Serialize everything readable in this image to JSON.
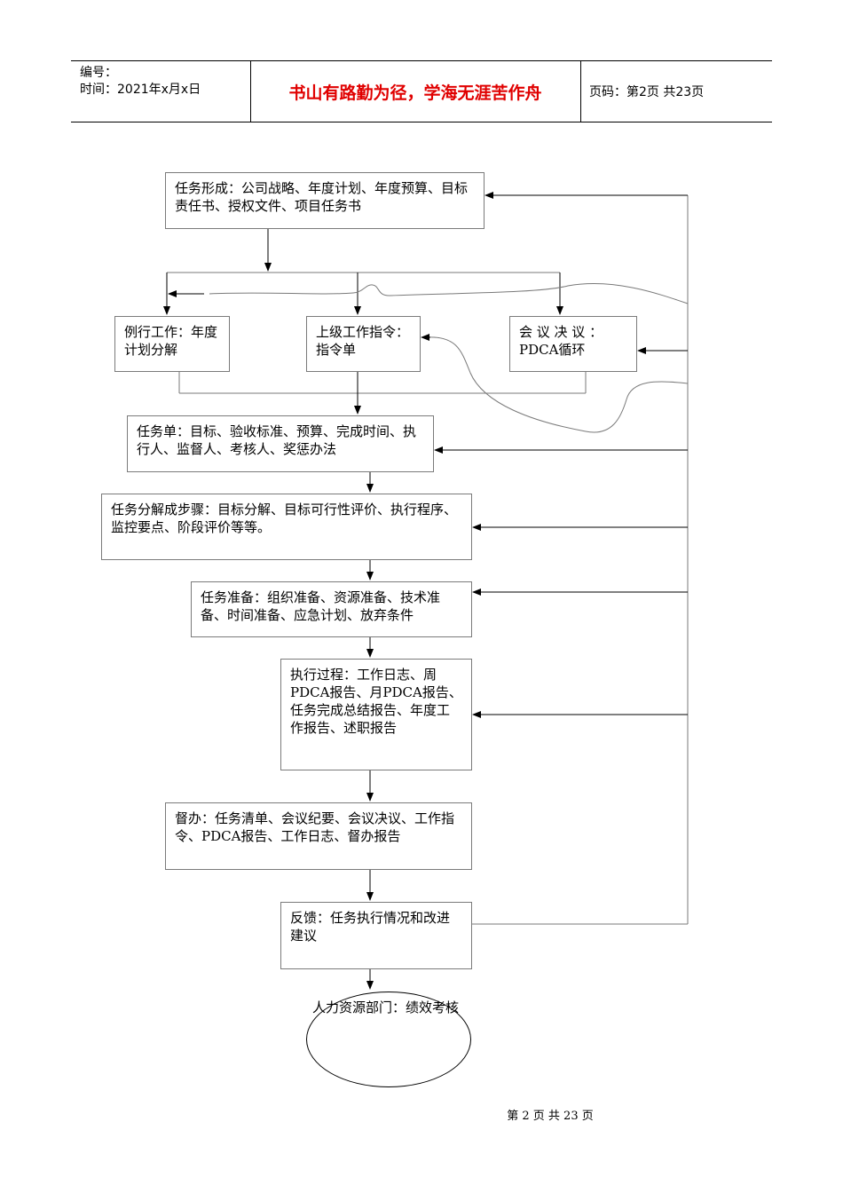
{
  "header": {
    "serial_label": "编号：",
    "time_label": "时间：2021年x月x日",
    "motto": "书山有路勤为径，学海无涯苦作舟",
    "page_label": "页码：第2页  共23页"
  },
  "flow": {
    "task_formation": "任务形成：公司战略、年度计划、年度预算、目标责任书、授权文件、项目任务书",
    "routine_work": "例行工作：年度计划分解",
    "superior_order": "上级工作指令：指令单",
    "meeting_decision": "会 议 决 议 ：PDCA循环",
    "task_list": "任务单：目标、验收标准、预算、完成时间、执行人、监督人、考核人、奖惩办法",
    "task_breakdown": "任务分解成步骤：目标分解、目标可行性评价、执行程序、监控要点、阶段评价等等。",
    "task_prep": "任务准备：组织准备、资源准备、技术准备、时间准备、应急计划、放弃条件",
    "execution": "执行过程：工作日志、周PDCA报告、月PDCA报告、任务完成总结报告、年度工作报告、述职报告",
    "supervision": "督办：任务清单、会议纪要、会议决议、工作指令、PDCA报告、工作日志、督办报告",
    "feedback": "反馈：任务执行情况和改进建议",
    "hr_review": "人力资源部门：绩效考核"
  },
  "footer": {
    "page": "第 2 页 共 23 页"
  }
}
